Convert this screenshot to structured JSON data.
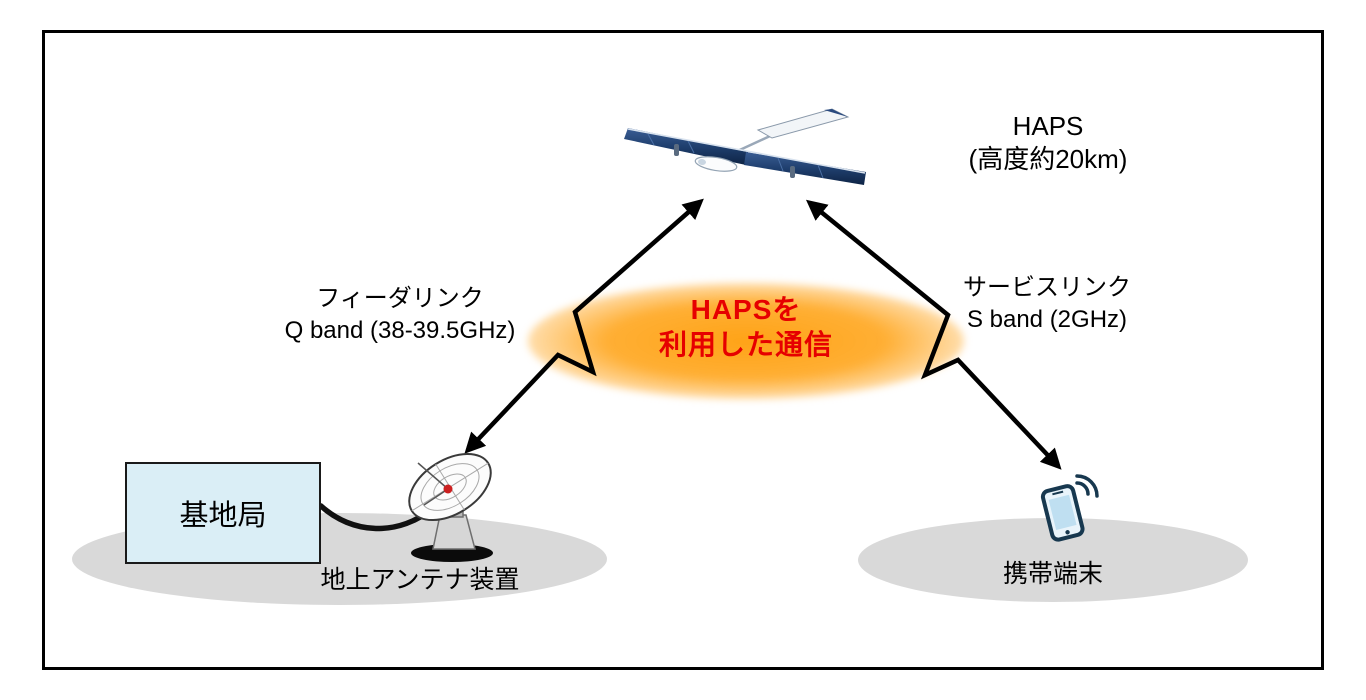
{
  "haps": {
    "title": "HAPS",
    "subtitle": "(高度約20km)"
  },
  "center_highlight": {
    "line1": "HAPSを",
    "line2": "利用した通信"
  },
  "feeder_link": {
    "line1": "フィーダリンク",
    "line2": "Q band (38-39.5GHz)"
  },
  "service_link": {
    "line1": "サービスリンク",
    "line2": "S band (2GHz)"
  },
  "ground_segment": {
    "base_station": "基地局",
    "antenna_label": "地上アンテナ装置"
  },
  "user_segment": {
    "mobile_label": "携帯端末"
  },
  "icons": {
    "aircraft": "haps-solar-aircraft-icon",
    "dish": "parabolic-antenna-icon",
    "phone": "smartphone-with-signal-icon",
    "links": "double-headed-zigzag-arrow"
  },
  "colors": {
    "accent_red": "#e60000",
    "glow_orange": "#ffa21e",
    "station_fill": "#daeef6",
    "ground_gray": "#d9d9d9",
    "wing_blue": "#1f3f6e",
    "phone_navy": "#17384f"
  }
}
